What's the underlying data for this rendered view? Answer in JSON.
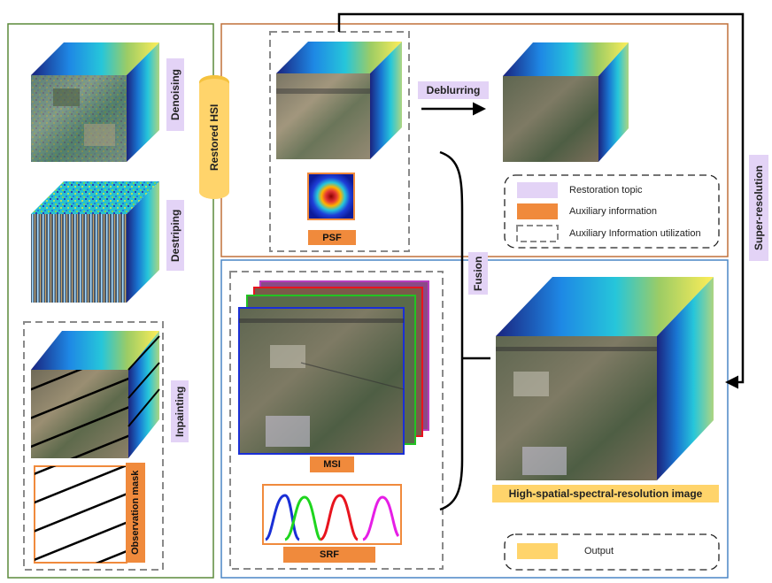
{
  "labels": {
    "denoising": "Denoising",
    "destriping": "Destriping",
    "inpainting": "Inpainting",
    "observation_mask": "Observation mask",
    "restored_hsi": "Restored HSI",
    "deblurring": "Deblurring",
    "psf": "PSF",
    "fusion": "Fusion",
    "super_resolution": "Super-resolution",
    "msi": "MSI",
    "srf": "SRF",
    "output_image": "High-spatial-spectral-resolution image"
  },
  "legend": {
    "restoration_topic": "Restoration topic",
    "auxiliary_information": "Auxiliary information",
    "auxiliary_utilization": "Auxiliary Information utilization",
    "output": "Output"
  },
  "colors": {
    "topic": "#e3d3f6",
    "auxiliary": "#f08a3c",
    "output": "#ffd46b",
    "green_frame": "#5b8a3a",
    "orange_frame": "#c0703a",
    "blue_frame": "#4a86c5",
    "dashed_gray": "#8a8a8a",
    "srf_blue": "#1a2fd6",
    "srf_green": "#1ed51e",
    "srf_red": "#e8141e",
    "srf_magenta": "#e61ee6"
  }
}
